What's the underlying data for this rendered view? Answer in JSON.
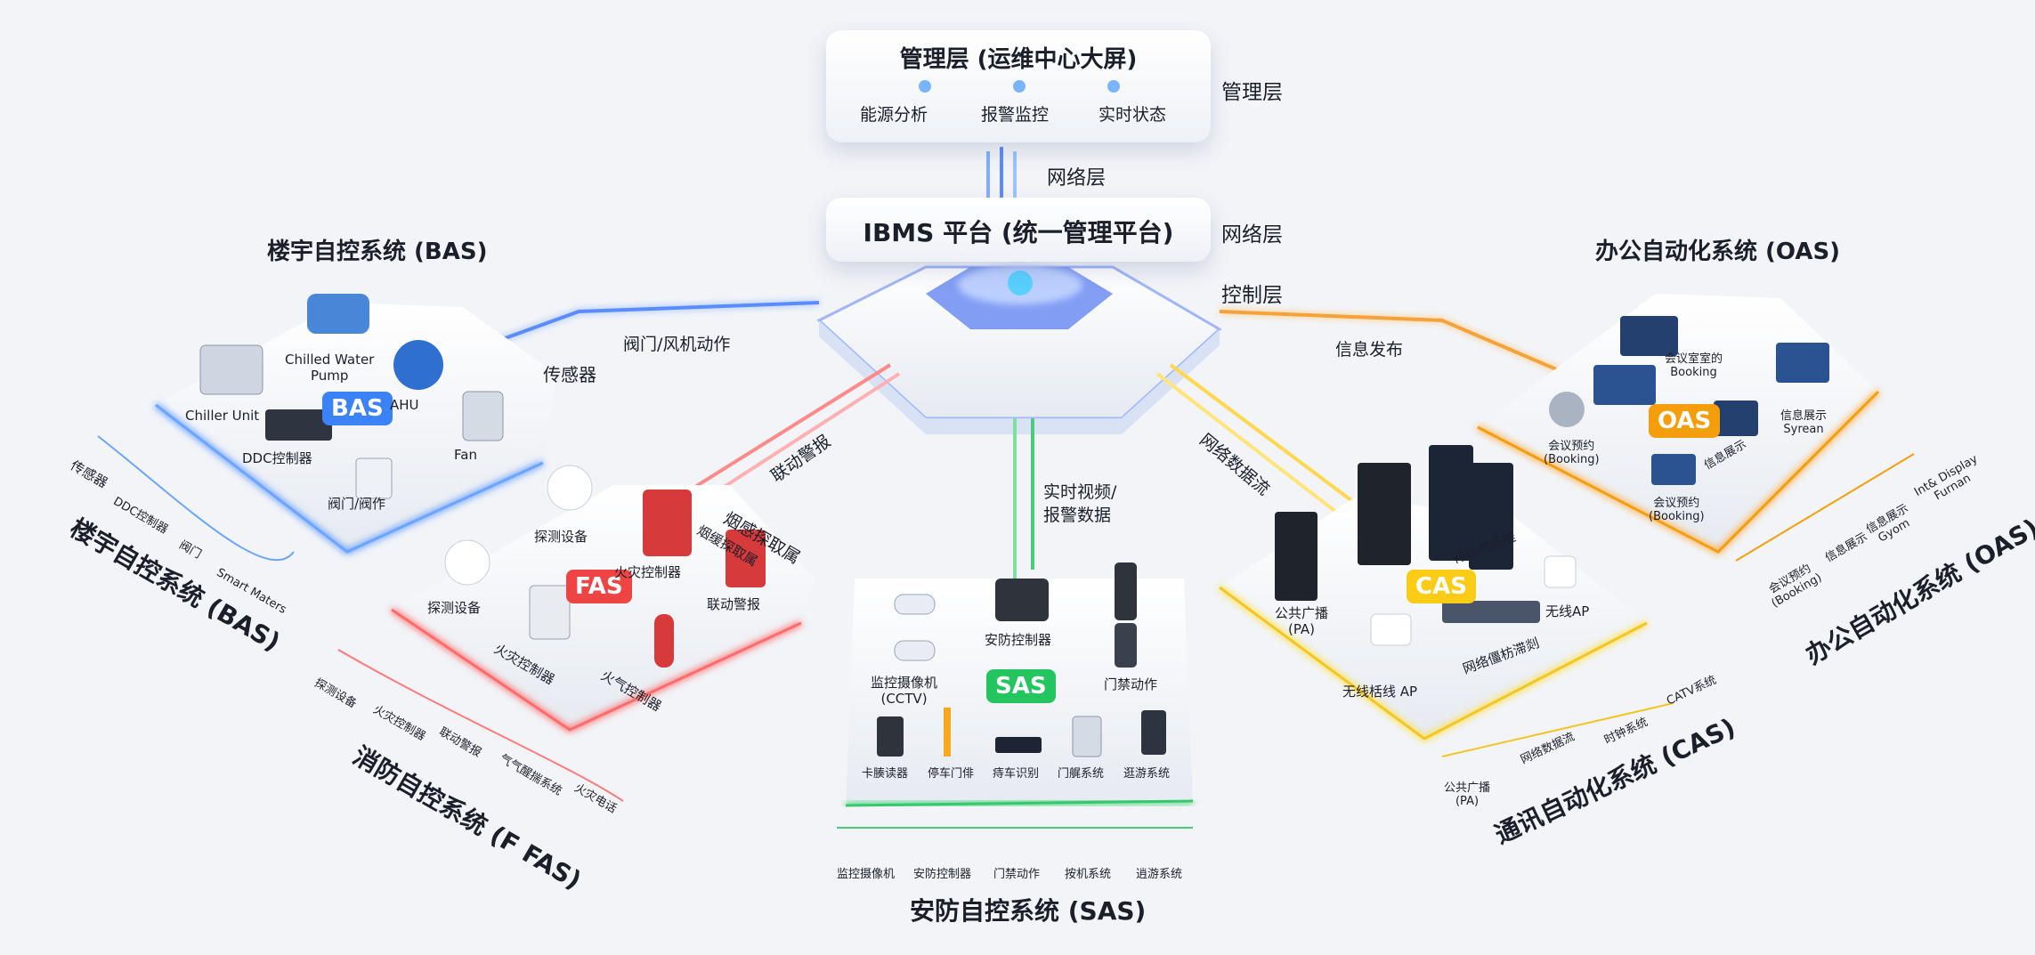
{
  "management": {
    "title": "管理层 (运维中心大屏)",
    "items": [
      "能源分析",
      "报警监控",
      "实时状态"
    ],
    "side_label": "管理层"
  },
  "network_label": "网络层",
  "ibms": {
    "title": "IBMS 平台 (统一管理平台)",
    "side_label": "网络层",
    "control_label": "控制层"
  },
  "flows": {
    "bas_action": "阀门/风机动作",
    "sensor": "传感器",
    "fas_alarm": "联动警报",
    "fas_signal": "烟感探取属",
    "sas_video": "实时视频/\n报警数据",
    "cas_stream": "网络数据流",
    "oas_publish": "信息发布"
  },
  "bas": {
    "title": "楼宇自控系统 (BAS)",
    "badge": "BAS",
    "devices": [
      "Chilled Water\nPump",
      "Chiller Unit",
      "AHU",
      "DDC控制器",
      "Fan",
      "阀门/阀作"
    ],
    "side_title": "楼宇自控系统 (BAS)",
    "side_devices": [
      "传感器",
      "DDC控制器",
      "阀门",
      "Smart Maters"
    ]
  },
  "fas": {
    "badge": "FAS",
    "devices": [
      "探测设备",
      "火灾控制器",
      "烟缓探取属",
      "探测设备",
      "联动警报",
      "火灾控制器",
      "火气控制器"
    ],
    "side_title": "消防自控系统 (F FAS)",
    "side_devices": [
      "探测设备",
      "火灾控制器",
      "联动警报",
      "气气醒揣系统",
      "火灾电话"
    ]
  },
  "sas": {
    "badge": "SAS",
    "devices": [
      "安防控制器",
      "监控摄像机\n(CCTV)",
      "门禁动作",
      "卡腠读器",
      "停车门俳",
      "痔车识别",
      "门艉系统",
      "逛游系统"
    ],
    "side_title": "安防自控系统 (SAS)",
    "side_devices": [
      "监控摄像机",
      "安防控制器",
      "门禁动作",
      "按机系统",
      "逍游系统"
    ]
  },
  "cas": {
    "badge": "CAS",
    "devices": [
      "公共广播\n(PA)",
      "衬找阚阍椎",
      "无线AP",
      "无线栝线 AP",
      "网络僵枋滞剡"
    ],
    "side_title": "通讯自动化系统 (CAS)",
    "side_devices": [
      "公共广播\n(PA)",
      "网络数据流",
      "时钟系统",
      "CATV系统"
    ]
  },
  "oas": {
    "title": "办公自动化系统 (OAS)",
    "badge": "OAS",
    "devices": [
      "会议室室的\nBooking",
      "会议预约\n(Booking)",
      "信息展示\nSyrean",
      "信息展示",
      "会议预约\n(Booking)"
    ],
    "side_title": "办公自动化系统 (OAS)",
    "side_devices": [
      "会议预约\n(Booking)",
      "信息展示",
      "信息展示\nGyom",
      "Int& Display\nFurnan"
    ]
  },
  "colors": {
    "bas": "#3b82f6",
    "fas": "#ef4444",
    "sas": "#22c55e",
    "cas": "#facc15",
    "oas": "#f59e0b",
    "core": "#4f7cff"
  }
}
